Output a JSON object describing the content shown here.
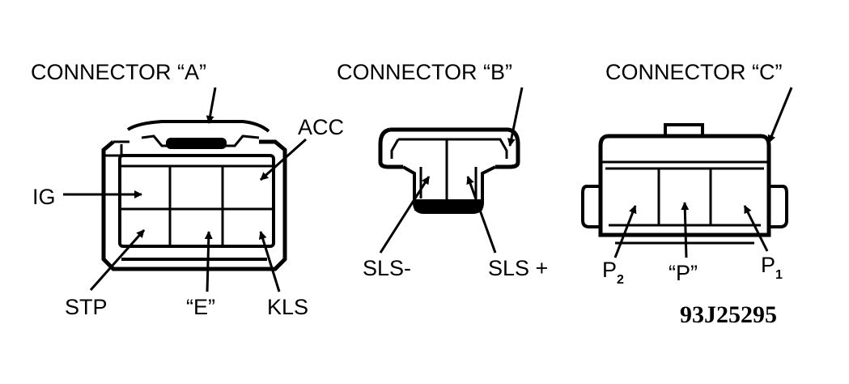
{
  "connectors": [
    {
      "title": "CONNECTOR “A”",
      "pins": [
        "ACC",
        "IG",
        "STP",
        "“E”",
        "KLS"
      ]
    },
    {
      "title": "CONNECTOR “B”",
      "pins": [
        "SLS-",
        "SLS +"
      ]
    },
    {
      "title": "CONNECTOR “C”",
      "pins": [
        {
          "text": "P",
          "subscript": "2"
        },
        {
          "text": "“P”"
        },
        {
          "text": "P",
          "subscript": "1"
        }
      ]
    }
  ],
  "figure_code": "93J25295"
}
